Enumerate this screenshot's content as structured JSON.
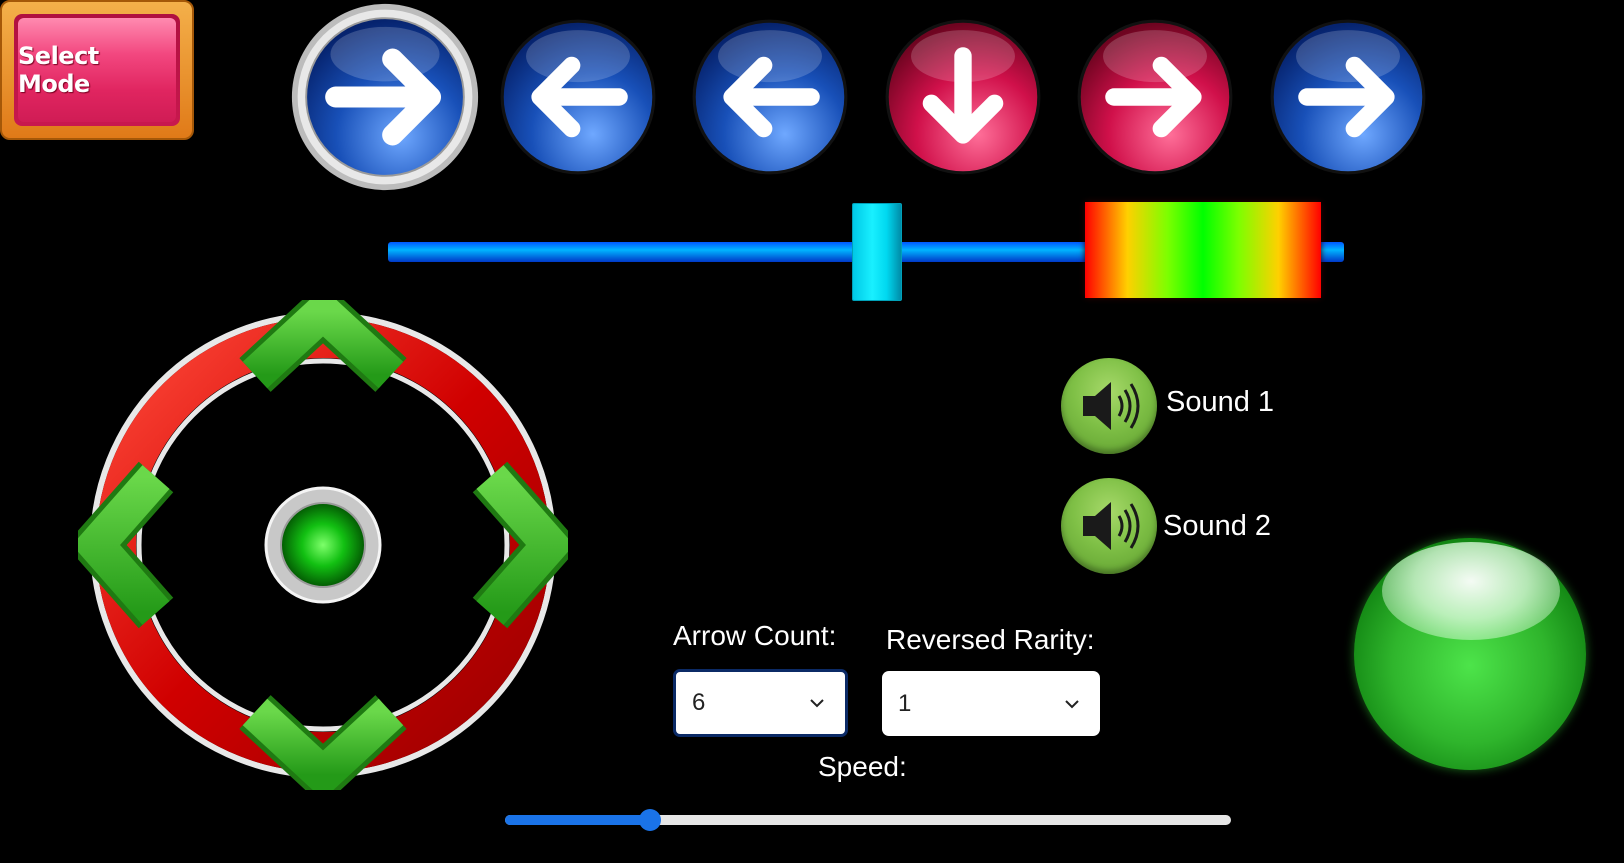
{
  "arrows": [
    {
      "direction": "right",
      "color": "blue",
      "selected": true
    },
    {
      "direction": "left",
      "color": "blue",
      "selected": false
    },
    {
      "direction": "left",
      "color": "blue",
      "selected": false
    },
    {
      "direction": "down",
      "color": "red",
      "selected": false
    },
    {
      "direction": "right",
      "color": "red",
      "selected": false
    },
    {
      "direction": "right",
      "color": "blue",
      "selected": false
    }
  ],
  "colors": {
    "blue_arrow": "#0a3fa0",
    "red_arrow": "#d0104a",
    "track": "#0090ff",
    "marker": "#19e0f5",
    "dpad_ring": "#e01010",
    "dpad_chevron": "#3cb82a",
    "orb": "#2fb52c",
    "speed_slider": "#1a73e8"
  },
  "track": {
    "marker_position_percent": 51
  },
  "select_mode": {
    "label": "Select Mode"
  },
  "sounds": [
    {
      "label": "Sound 1",
      "icon": "speaker-icon"
    },
    {
      "label": "Sound 2",
      "icon": "speaker-icon"
    }
  ],
  "arrow_count": {
    "label": "Arrow Count:",
    "value": "6"
  },
  "reversed_rarity": {
    "label": "Reversed Rarity:",
    "value": "1"
  },
  "speed": {
    "label": "Speed:",
    "value_percent": 20
  }
}
